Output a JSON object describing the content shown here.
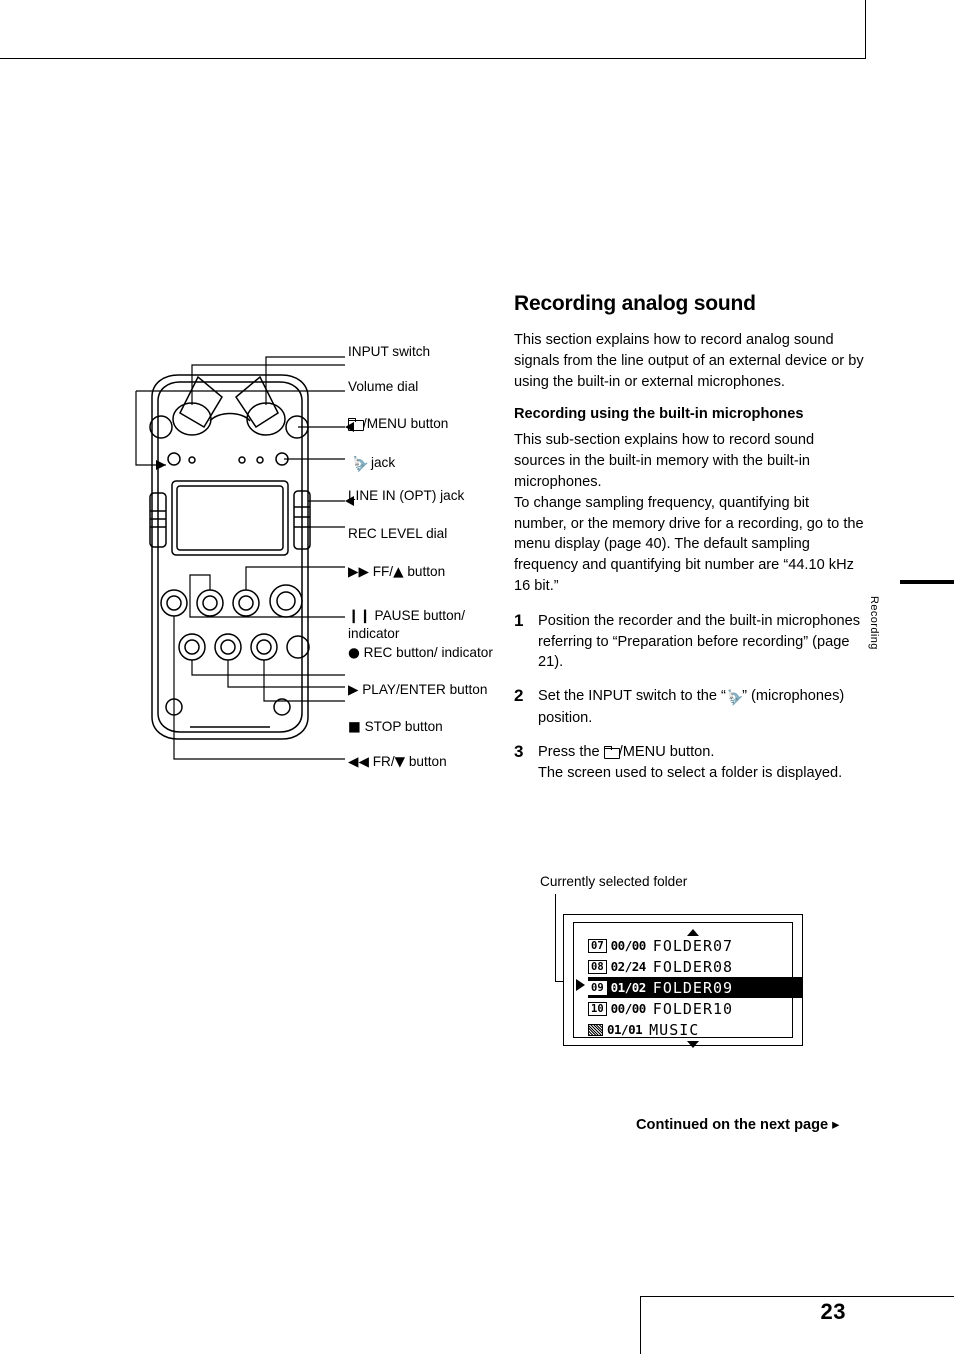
{
  "page": {
    "number": "23",
    "side_tab": "Recording"
  },
  "figure_labels": [
    {
      "id": "input-switch",
      "text": "INPUT switch"
    },
    {
      "id": "volume-dial",
      "text": "Volume dial"
    },
    {
      "id": "menu-button",
      "text": "/MENU button",
      "icon": "folder-icon"
    },
    {
      "id": "mic-jack",
      "text": "jack",
      "icon": "microphone-icon"
    },
    {
      "id": "line-in-jack",
      "text": "LINE IN (OPT) jack"
    },
    {
      "id": "rec-level-dial",
      "text": "REC LEVEL dial"
    },
    {
      "id": "ff-button",
      "text": "FF/ button",
      "icon": "fast-forward-icon"
    },
    {
      "id": "pause-button",
      "text": "PAUSE button/ indicator",
      "icon": "pause-icon"
    },
    {
      "id": "rec-button",
      "text": "REC button/ indicator",
      "icon": "record-icon"
    },
    {
      "id": "play-enter-button",
      "text": "PLAY/ENTER button",
      "icon": "play-icon"
    },
    {
      "id": "stop-button",
      "text": "STOP button",
      "icon": "stop-icon"
    },
    {
      "id": "fr-button",
      "text": "FR/ button",
      "icon": "rewind-icon"
    }
  ],
  "main": {
    "title": "Recording analog sound",
    "intro": "This section explains how to record analog sound signals from the line output of an external device or by using the built-in or external microphones.",
    "subheading": "Recording using the built-in microphones",
    "paragraph_1": "This sub-section explains how to record sound sources in the built-in memory with the built-in microphones.",
    "paragraph_2": "To change sampling frequency, quantifying bit number, or the memory drive for a recording, go to the menu display (page 40). The default sampling frequency and quantifying bit number are “44.10 kHz 16 bit.”",
    "steps": [
      {
        "num": "1",
        "text": "Position the recorder and the built-in microphones referring to “Preparation before recording” (page 21)."
      },
      {
        "num": "2",
        "text_before": "Set the INPUT switch to the “",
        "text_after": "” (microphones) position."
      },
      {
        "num": "3",
        "text_before": "Press the ",
        "text_after": "/MENU button.",
        "text_line2": "The screen used to select a folder is displayed."
      }
    ]
  },
  "lcd": {
    "callout": "Currently selected folder",
    "rows": [
      {
        "num": "07",
        "date": "00/00",
        "name": "FOLDER07",
        "selected": false,
        "icon": "folder-number-badge"
      },
      {
        "num": "08",
        "date": "02/24",
        "name": "FOLDER08",
        "selected": false,
        "icon": "folder-number-badge"
      },
      {
        "num": "09",
        "date": "01/02",
        "name": "FOLDER09",
        "selected": true,
        "icon": "folder-number-badge"
      },
      {
        "num": "10",
        "date": "00/00",
        "name": "FOLDER10",
        "selected": false,
        "icon": "folder-number-badge"
      },
      {
        "num": "",
        "date": "01/01",
        "name": "MUSIC",
        "selected": false,
        "icon": "music-folder-icon"
      }
    ]
  },
  "footer": {
    "continued": "Continued on the next page"
  }
}
